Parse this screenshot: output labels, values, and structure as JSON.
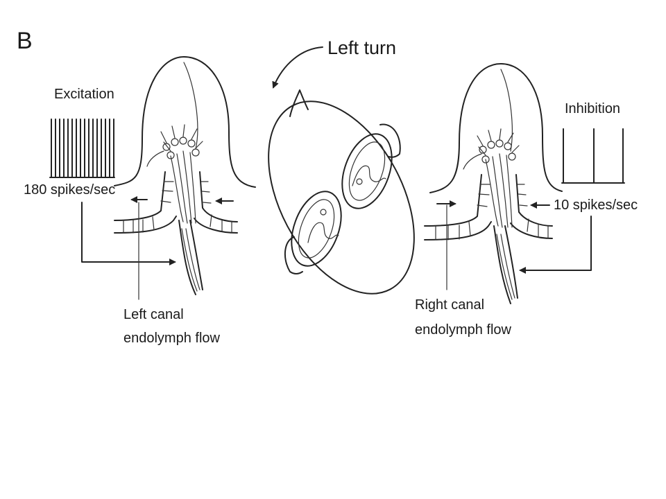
{
  "panel_label": "B",
  "turn_label": "Left turn",
  "left": {
    "state": "Excitation",
    "rate": "180 spikes/sec",
    "caption_line1": "Left canal",
    "caption_line2": "endolymph flow"
  },
  "right": {
    "state": "Inhibition",
    "rate": "10 spikes/sec",
    "caption_line1": "Right canal",
    "caption_line2": "endolymph flow"
  },
  "colors": {
    "ink": "#222222",
    "background": "#ffffff"
  }
}
